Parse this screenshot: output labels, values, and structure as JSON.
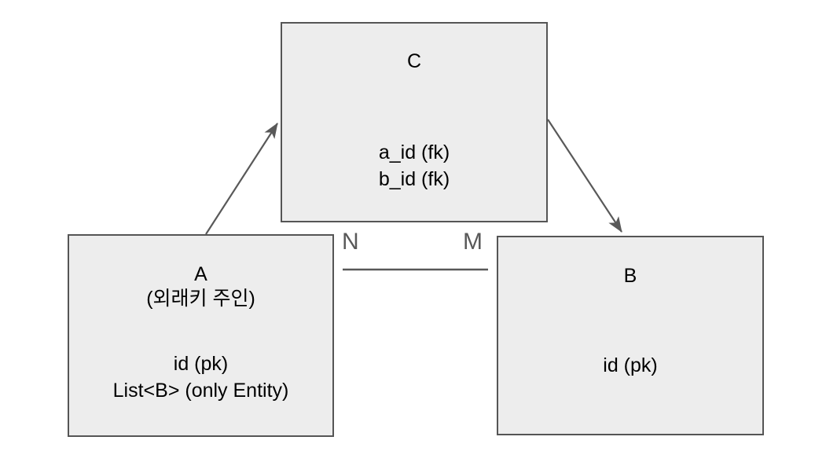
{
  "diagram": {
    "type": "entity-relationship",
    "colors": {
      "box_fill": "#ededed",
      "box_border": "#555555",
      "edge": "#595959",
      "text": "#000000",
      "label_text": "#595959",
      "background": "#ffffff"
    },
    "entities": [
      {
        "id": "C",
        "title": "C",
        "subtitle": "",
        "fields": [
          "a_id (fk)",
          "b_id (fk)"
        ]
      },
      {
        "id": "A",
        "title": "A",
        "subtitle": "(외래키 주인)",
        "fields": [
          "id (pk)",
          "List<B> (only Entity)"
        ]
      },
      {
        "id": "B",
        "title": "B",
        "subtitle": "",
        "fields": [
          "id (pk)"
        ]
      }
    ],
    "relationships": [
      {
        "id": "a-to-c",
        "from": "A",
        "to": "C",
        "style": "arrow",
        "label": ""
      },
      {
        "id": "c-to-b",
        "from": "C",
        "to": "B",
        "style": "arrow",
        "label": ""
      },
      {
        "id": "a-to-b",
        "from": "A",
        "to": "B",
        "style": "line",
        "label": ""
      }
    ],
    "cardinality": {
      "near_a": "N",
      "near_b": "M"
    }
  }
}
